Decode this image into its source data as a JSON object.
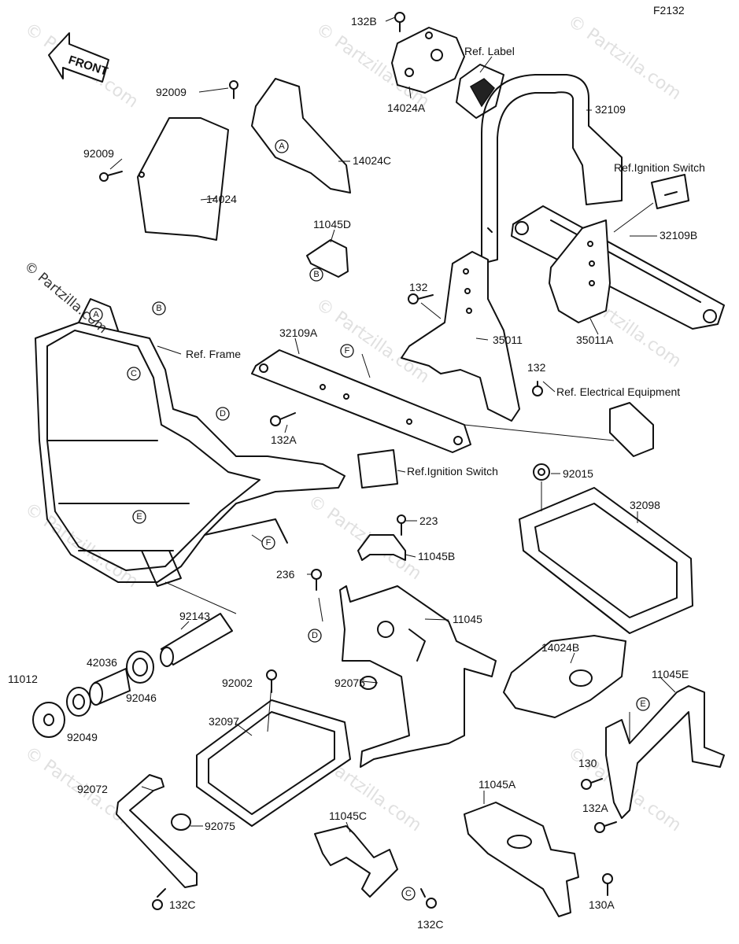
{
  "figure_code": "F2132",
  "front_label": "FRONT",
  "watermark": "© Partzilla.com",
  "refs": {
    "label": "Ref. Label",
    "ignition_switch_top": "Ref.Ignition Switch",
    "frame": "Ref. Frame",
    "electrical": "Ref. Electrical Equipment",
    "ignition_switch_mid": "Ref.Ignition Switch"
  },
  "parts": {
    "p132B": "132B",
    "p14024A": "14024A",
    "p32109": "32109",
    "p92009a": "92009",
    "p14024C": "14024C",
    "p92009b": "92009",
    "p14024": "14024",
    "p11045D": "11045D",
    "p32109B": "32109B",
    "p132a": "132",
    "p35011": "35011",
    "p35011A": "35011A",
    "p32109A": "32109A",
    "p132b": "132",
    "p132A_mid": "132A",
    "p92015": "92015",
    "p32098": "32098",
    "p223": "223",
    "p11045B": "11045B",
    "p236": "236",
    "p11045": "11045",
    "p92143": "92143",
    "p42036": "42036",
    "p11012": "11012",
    "p92046": "92046",
    "p92049": "92049",
    "p92002": "92002",
    "p92075a": "92075",
    "p14024B": "14024B",
    "p11045E": "11045E",
    "p32097": "32097",
    "p130": "130",
    "p132A_low": "132A",
    "p92072": "92072",
    "p92075b": "92075",
    "p11045C": "11045C",
    "p11045A": "11045A",
    "p130A": "130A",
    "p132C_left": "132C",
    "p132C_mid": "132C"
  },
  "callouts": {
    "A1": "A",
    "A2": "A",
    "B1": "B",
    "B2": "B",
    "C1": "C",
    "C2": "C",
    "D1": "D",
    "D2": "D",
    "E1": "E",
    "E2": "E",
    "F1": "F",
    "F2": "F"
  }
}
